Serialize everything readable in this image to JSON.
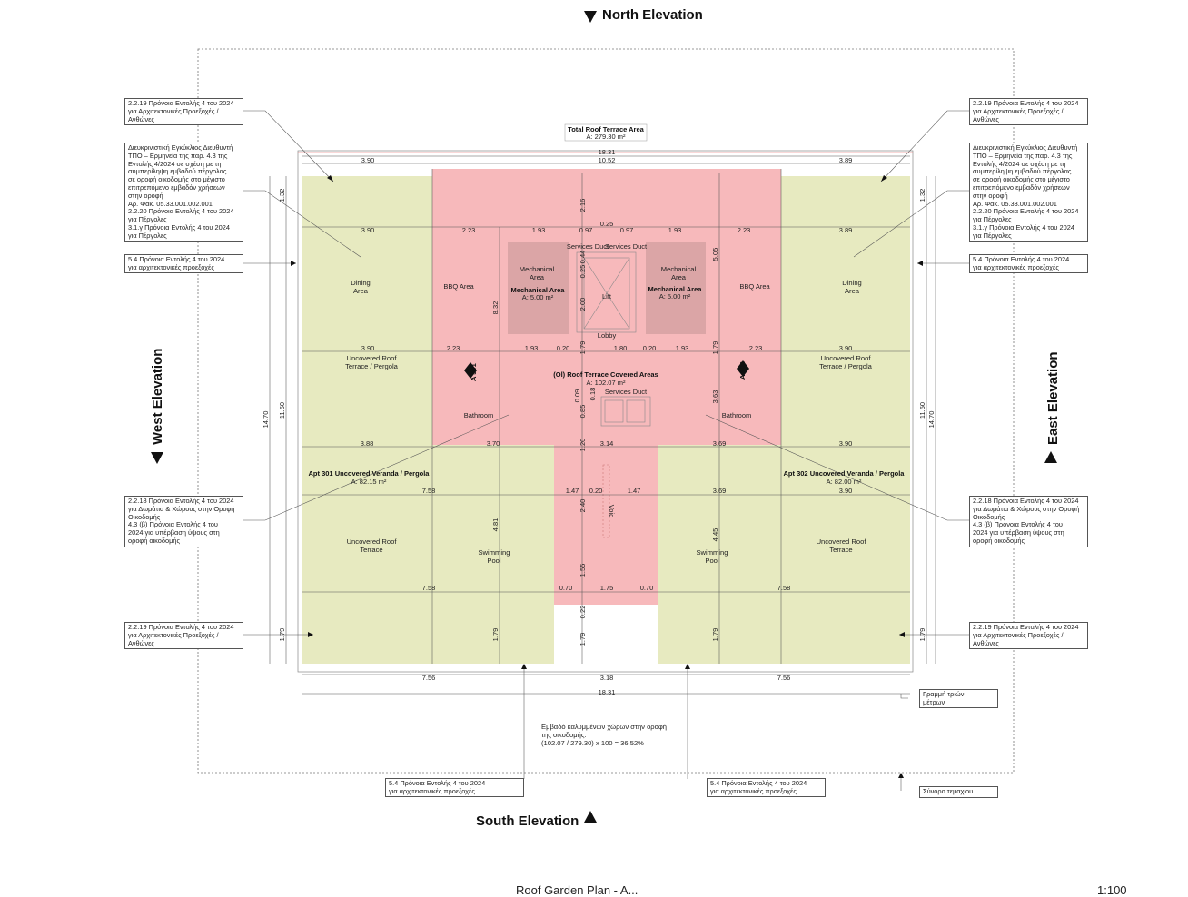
{
  "colors": {
    "covered": "#f7b9bb",
    "uncovered": "#e7eac0",
    "mechanical": "#dba5a6",
    "line": "#555555"
  },
  "elevations": {
    "north": "North Elevation",
    "south": "South Elevation",
    "west": "West Elevation",
    "east": "East Elevation"
  },
  "total": {
    "title": "Total Roof Terrace Area",
    "area": "A: 279.30 m²"
  },
  "covered": {
    "title": "(Ol) Roof Terrace Covered Areas",
    "area": "A: 102.07 m²"
  },
  "apt301": {
    "title": "Apt 301 Uncovered Veranda / Pergola",
    "area": "A: 82.15 m²",
    "tag": "A 301"
  },
  "apt302": {
    "title": "Apt 302 Uncovered Veranda / Pergola",
    "area": "A: 82.00 m²",
    "tag": "A 302"
  },
  "rooms": {
    "dining": "Dining\nArea",
    "bbq": "BBQ Area",
    "mech": "Mechanical\nArea",
    "mech_title": "Mechanical Area",
    "mech_area": "A: 5.00 m²",
    "services_duct": "Services Duct",
    "lift": "Lift",
    "lobby": "Lobby",
    "pergola": "Uncovered Roof\nTerrace / Pergola",
    "bathroom": "Bathroom",
    "uncovered": "Uncovered Roof\nTerrace",
    "pool": "Swimming\nPool",
    "void": "Void"
  },
  "dims": {
    "d1831": "18.31",
    "d390": "3.90",
    "d1052": "10.52",
    "d389": "3.89",
    "d132": "1.32",
    "d223": "2.23",
    "d193": "1.93",
    "d097": "0.97",
    "d025": "0.25",
    "d216": "2.16",
    "d505": "5.05",
    "d044": "0.44",
    "d200": "2.00",
    "d832": "8.32",
    "d179": "1.79",
    "d020": "0.20",
    "d180": "1.80",
    "d1470": "14.70",
    "d1160": "11.60",
    "d363": "3.63",
    "d009": "0.09",
    "d018": "0.18",
    "d085": "0.85",
    "d120": "1.20",
    "d388": "3.88",
    "d370": "3.70",
    "d314": "3.14",
    "d369": "3.69",
    "d758": "7.58",
    "d147": "1.47",
    "d481": "4.81",
    "d240": "2.40",
    "d445": "4.45",
    "d155": "1.55",
    "d070": "0.70",
    "d175": "1.75",
    "d022": "0.22",
    "d756": "7.56",
    "d318": "3.18"
  },
  "notes": {
    "n2219": "2.2.19 Πρόνοια Εντολής 4 του 2024\nγια Αρχιτεκτονικές Προεξοχές /\nΑνθώνες",
    "ntpo": "Διευκρινιστική Εγκύκλιος Διευθυντή\nΤΠΟ – Ερμηνεία της παρ. 4.3 της\nΕντολής 4/2024 σε σχέση με τη\nσυμπερίληψη εμβαδού πέργολας\nσε οροφή οικοδομής στο μέγιστο\nεπιτρεπόμενο εμβαδόν χρήσεων\nστην οροφή\nΑρ. Φακ. 05.33.001.002.001\n2.2.20 Πρόνοια Εντολής 4 του 2024\nγια Πέργολες\n3.1.γ Πρόνοια Εντολής 4 του 2024\nγια Πέργολες",
    "n54": "5.4 Πρόνοια Εντολής 4 του 2024\nγια αρχιτεκτονικές προεξοχές",
    "n2218": "2.2.18 Πρόνοια Εντολής 4 του 2024\nγια Δωμάτια & Χώρους στην Οροφή\nΟικοδομής\n4.3 (β) Πρόνοια Εντολής 4 του\n2024 για υπέρβαση ύψους στη\nοροφή οικοδομής",
    "three_m": "Γραμμή τριών\nμέτρων",
    "boundary": "Σύνορο τεμαχίου"
  },
  "coverage": "Εμβαδό καλυμμένων χώρων στην οροφή\nτης οικοδομής:\n(102.07 / 279.30) x 100 = 36.52%",
  "footer": {
    "title": "Roof Garden Plan - A...",
    "scale": "1:100"
  }
}
